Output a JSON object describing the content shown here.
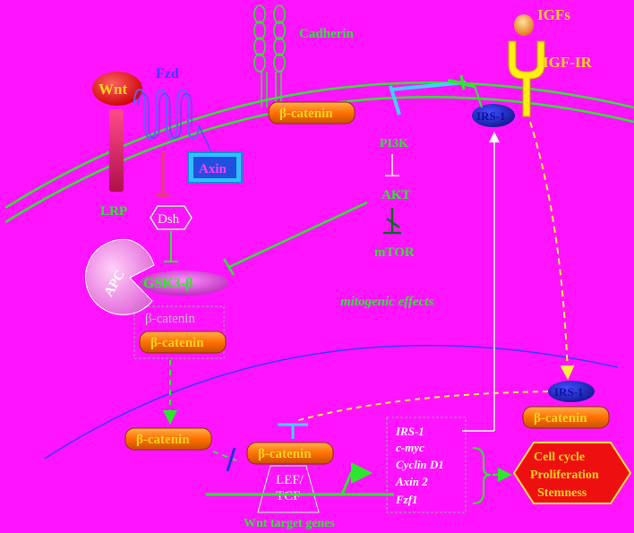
{
  "colors": {
    "background": "#ff14ff",
    "membrane": "#2ee62e",
    "catenin_fill": "#ff7a00",
    "catenin_text": "#ffd21e",
    "irs_fill": "#2030d0",
    "igf1r": "#ffee10",
    "outcome_fill": "#ee1010",
    "inhibitor_cyan": "#40d0ff"
  },
  "labels": {
    "igfs": "IGFs",
    "igf1r": "IGF-IR",
    "cadherin": "Cadherin",
    "wnt": "Wnt",
    "fzd": "Fzd",
    "lrp": "LRP",
    "axin": "Axin",
    "dsh": "Dsh",
    "apc": "APC",
    "gsk3b": "GSK3-β",
    "irs1": "IRS-1",
    "pi3k": "PI3K",
    "akt": "AKT",
    "mtor": "mTOR",
    "mitogenic": "mitogenic effects",
    "catenin": "β-catenin",
    "lef": "LEF/",
    "tcf": "TCF",
    "wnt_target_genes": "Wnt target genes"
  },
  "target_genes": [
    "IRS-1",
    "c-myc",
    "Cyclin D1",
    "Axin 2",
    "Fzf1"
  ],
  "outcome": [
    "Cell cycle",
    "Proliferation",
    "Stemness"
  ]
}
